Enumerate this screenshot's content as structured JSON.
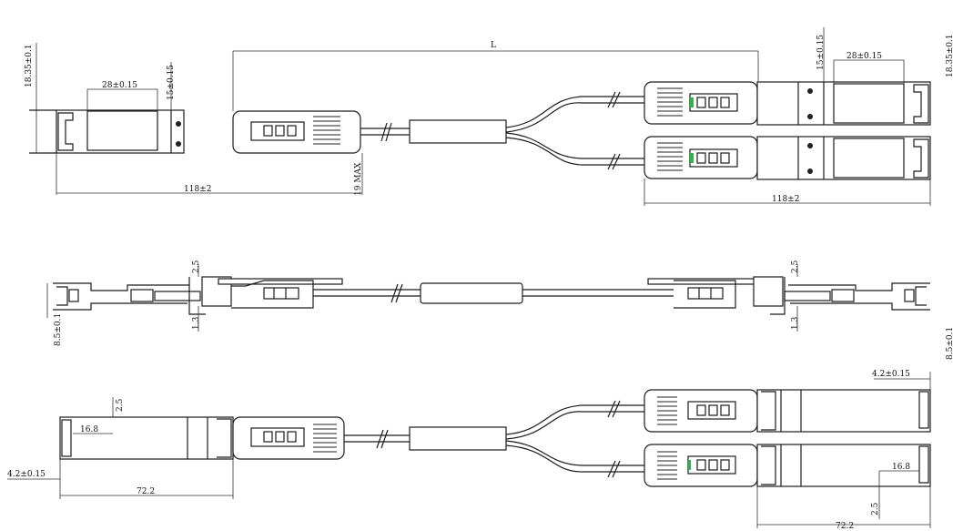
{
  "dimensions": {
    "length": "L",
    "height_left": "18.35±0.1",
    "width_left": "28±0.15",
    "offset_left": "15±0.15",
    "length_left": "118±2",
    "max_height": "19 MAX",
    "offset_right": "15±0.15",
    "width_right": "28±0.15",
    "height_right": "18.35±0.1",
    "length_right": "118±2",
    "top_left_2_5": "2.5",
    "bottom_left_1_3": "1.3",
    "thickness_left": "8.5±0.1",
    "top_right_2_5": "2.5",
    "bottom_right_1_3": "1.3",
    "thickness_right": "8.5±0.1",
    "tab_height_left": "2.5",
    "tab_width_left": "16.8",
    "edge_left": "4.2±0.15",
    "body_left": "72.2",
    "edge_right": "4.2±0.15",
    "tab_width_right": "16.8",
    "tab_height_right": "2.5",
    "body_right": "72.2"
  }
}
